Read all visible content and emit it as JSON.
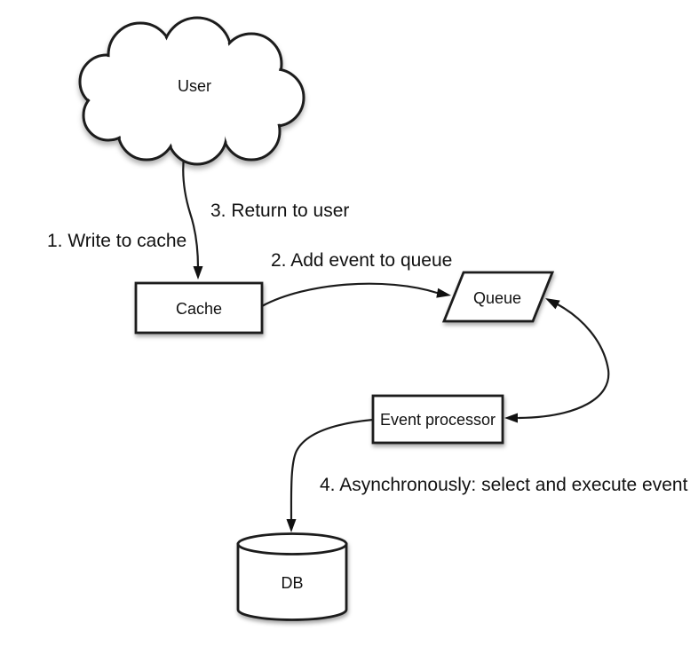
{
  "diagram": {
    "background_color": "#ffffff",
    "stroke_color": "#1c1c1c",
    "text_color": "#111111",
    "nodes": [
      {
        "id": "user",
        "label": "User",
        "shape": "cloud"
      },
      {
        "id": "cache",
        "label": "Cache",
        "shape": "rectangle"
      },
      {
        "id": "queue",
        "label": "Queue",
        "shape": "parallelogram"
      },
      {
        "id": "event-processor",
        "label": "Event processor",
        "shape": "rectangle"
      },
      {
        "id": "db",
        "label": "DB",
        "shape": "cylinder"
      }
    ],
    "edges": [
      {
        "from": "user",
        "to": "cache",
        "style": "curved",
        "arrow": "to"
      },
      {
        "from": "cache",
        "to": "queue",
        "style": "curved",
        "arrow": "to"
      },
      {
        "from": "queue",
        "to": "event-processor",
        "style": "curved",
        "arrow": "both"
      },
      {
        "from": "event-processor",
        "to": "db",
        "style": "curved",
        "arrow": "to"
      }
    ],
    "annotations": [
      {
        "id": "step-1",
        "text": "1. Write to cache"
      },
      {
        "id": "step-2",
        "text": "2. Add event to queue"
      },
      {
        "id": "step-3",
        "text": "3. Return to user"
      },
      {
        "id": "step-4",
        "text": "4. Asynchronously: select and execute event"
      }
    ]
  }
}
